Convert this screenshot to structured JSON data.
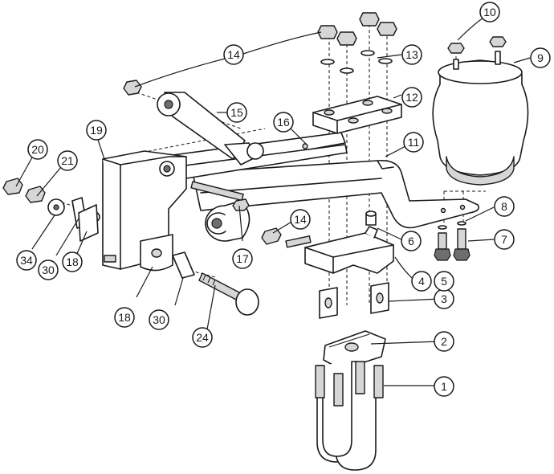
{
  "callouts": [
    {
      "id": "1",
      "label": "1"
    },
    {
      "id": "2",
      "label": "2"
    },
    {
      "id": "3",
      "label": "3"
    },
    {
      "id": "4",
      "label": "4"
    },
    {
      "id": "5",
      "label": "5"
    },
    {
      "id": "6",
      "label": "6"
    },
    {
      "id": "7",
      "label": "7"
    },
    {
      "id": "8",
      "label": "8"
    },
    {
      "id": "9",
      "label": "9"
    },
    {
      "id": "10",
      "label": "10"
    },
    {
      "id": "11",
      "label": "11"
    },
    {
      "id": "12",
      "label": "12"
    },
    {
      "id": "13",
      "label": "13"
    },
    {
      "id": "14a",
      "label": "14"
    },
    {
      "id": "14b",
      "label": "14"
    },
    {
      "id": "15",
      "label": "15"
    },
    {
      "id": "16",
      "label": "16"
    },
    {
      "id": "17",
      "label": "17"
    },
    {
      "id": "18a",
      "label": "18"
    },
    {
      "id": "18b",
      "label": "18"
    },
    {
      "id": "19",
      "label": "19"
    },
    {
      "id": "20",
      "label": "20"
    },
    {
      "id": "21",
      "label": "21"
    },
    {
      "id": "24",
      "label": "24"
    },
    {
      "id": "30a",
      "label": "30"
    },
    {
      "id": "30b",
      "label": "30"
    },
    {
      "id": "34",
      "label": "34"
    }
  ]
}
